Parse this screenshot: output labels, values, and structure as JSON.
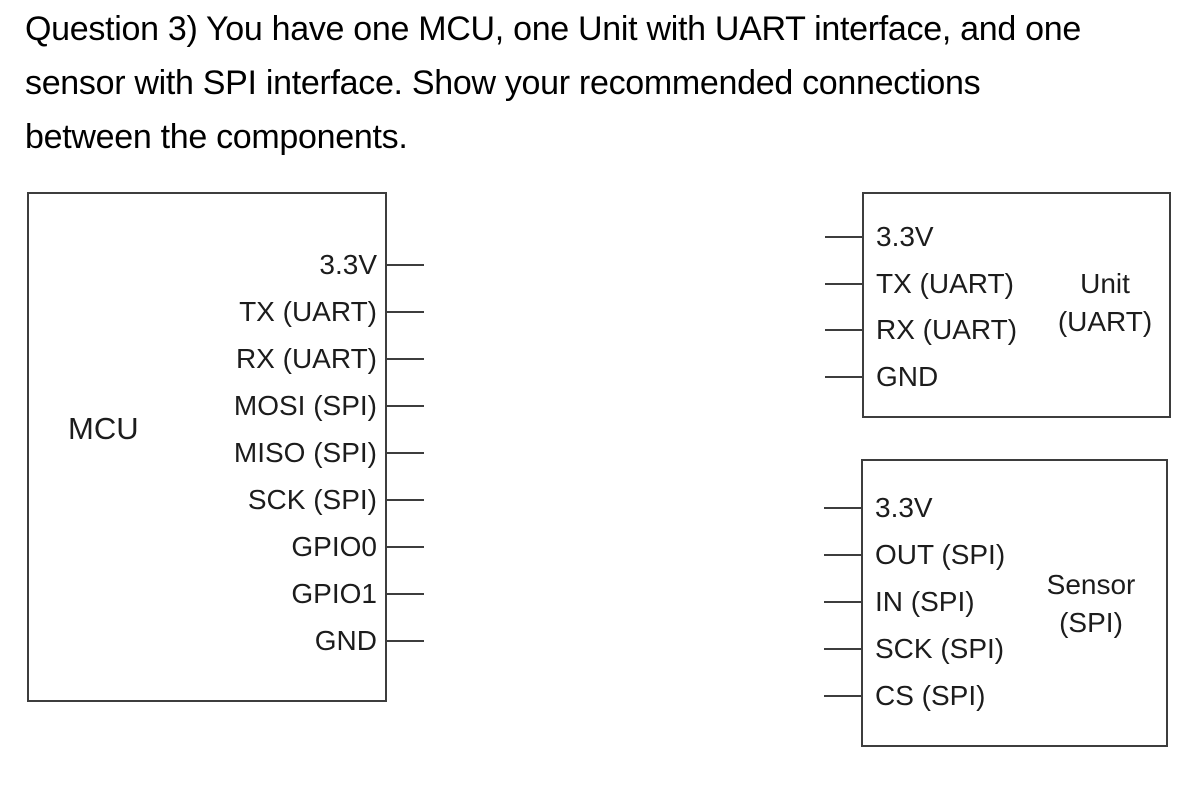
{
  "question": {
    "lines": [
      "Question 3) You have one MCU, one Unit with UART interface, and one",
      "sensor with SPI interface. Show your recommended connections",
      "between the components."
    ]
  },
  "diagram": {
    "components": [
      {
        "id": "mcu",
        "name_lines": [
          "MCU"
        ],
        "pin_side": "right",
        "pins": [
          "3.3V",
          "TX (UART)",
          "RX (UART)",
          "MOSI (SPI)",
          "MISO (SPI)",
          "SCK (SPI)",
          "GPIO0",
          "GPIO1",
          "GND"
        ]
      },
      {
        "id": "unit",
        "name_lines": [
          "Unit",
          "(UART)"
        ],
        "pin_side": "left",
        "pins": [
          "3.3V",
          "TX (UART)",
          "RX (UART)",
          "GND"
        ]
      },
      {
        "id": "sensor",
        "name_lines": [
          "Sensor",
          "(SPI)"
        ],
        "pin_side": "left",
        "pins": [
          "3.3V",
          "OUT (SPI)",
          "IN (SPI)",
          "SCK (SPI)",
          "CS (SPI)"
        ]
      }
    ],
    "colors": {
      "line": "#3d3d3d",
      "diagram_text": "#1c1c1c",
      "question_text": "#000000",
      "background": "#ffffff"
    }
  }
}
